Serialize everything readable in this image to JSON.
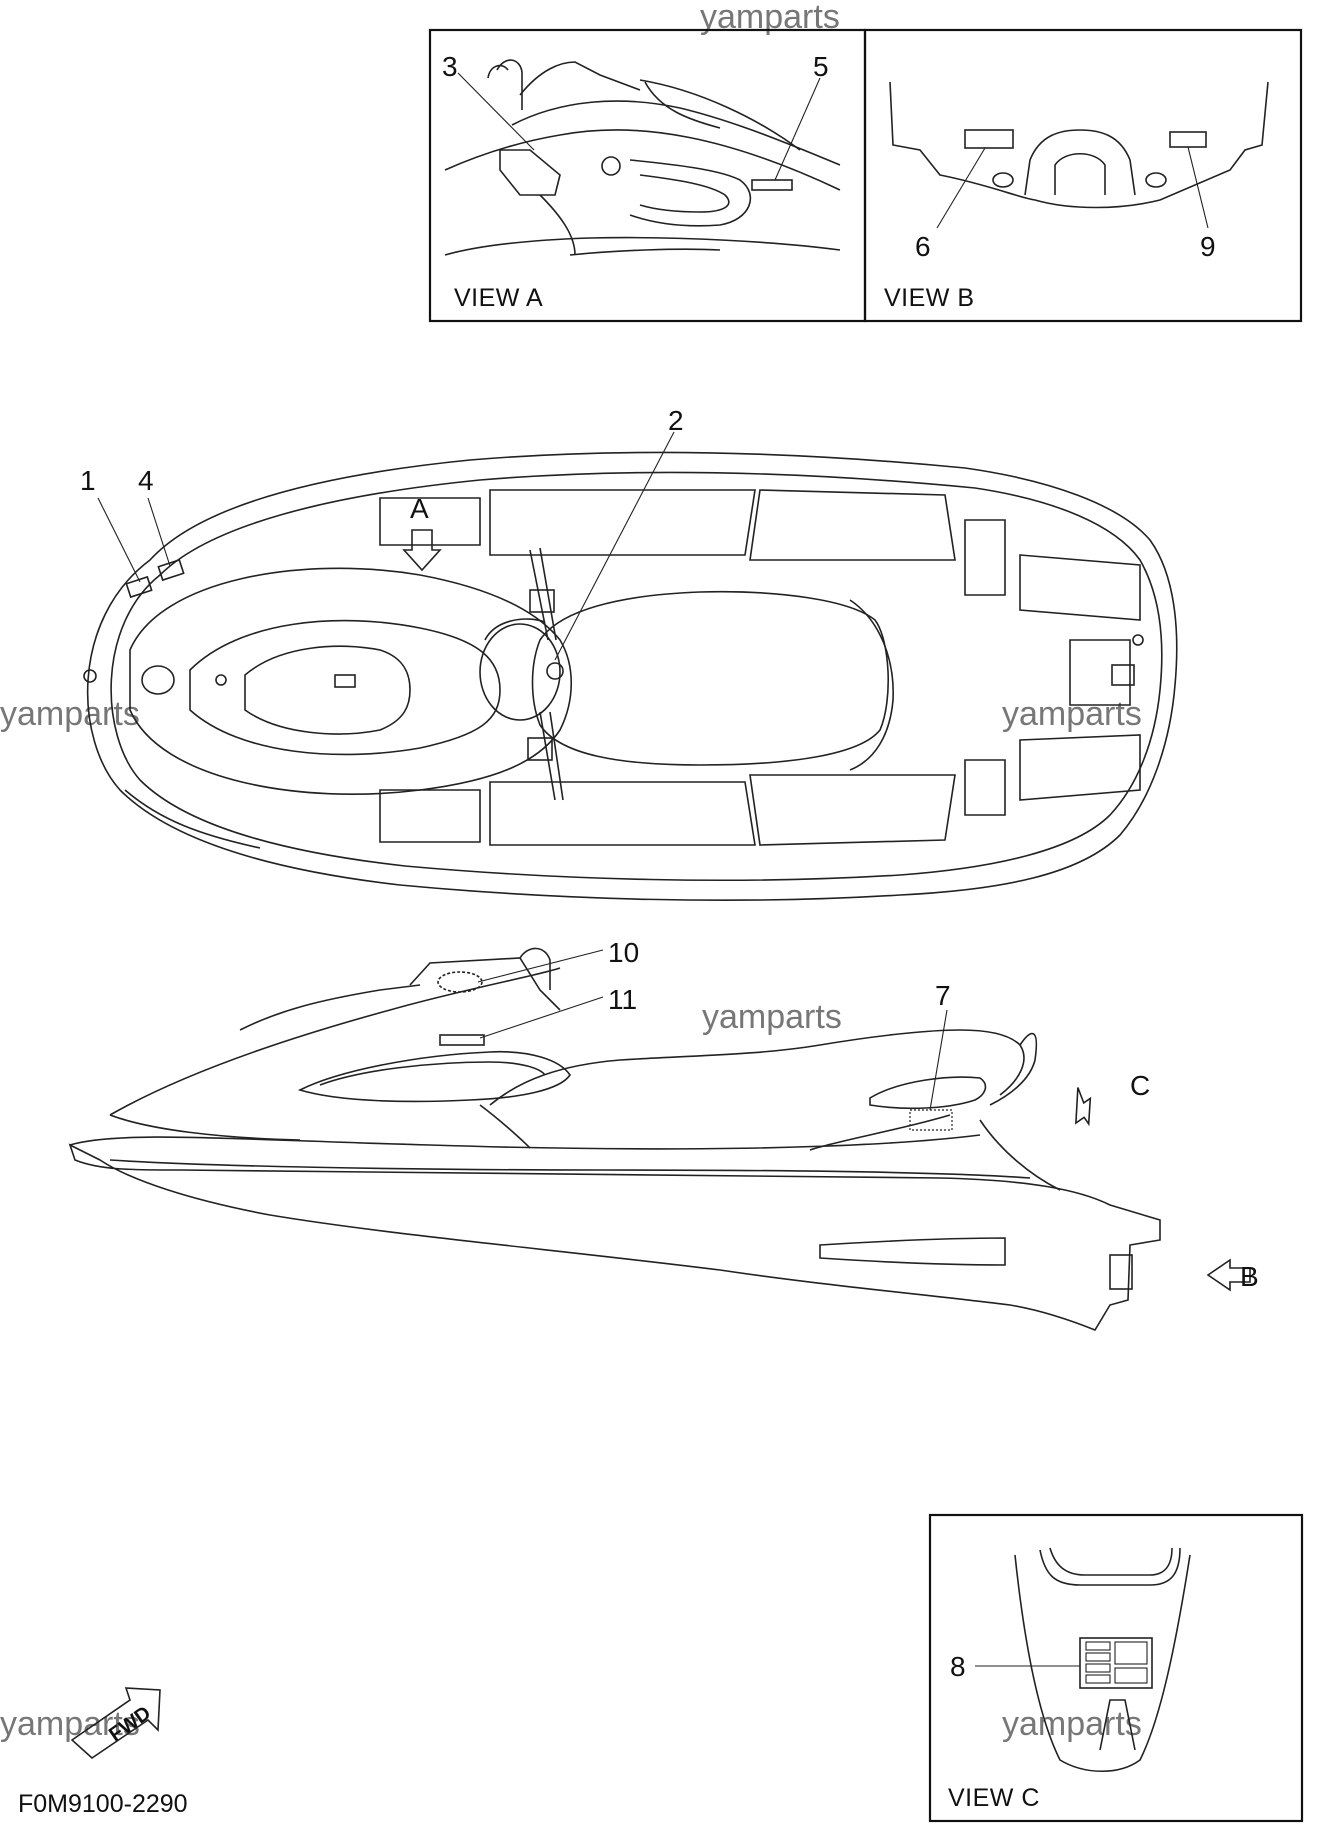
{
  "watermark": "yamparts",
  "figure_code": "F0M9100-2290",
  "fwd_label": "FWD",
  "views": {
    "a": "VIEW A",
    "b": "VIEW B",
    "c": "VIEW C"
  },
  "view_arrows": {
    "a": "A",
    "b": "B",
    "c": "C"
  },
  "callouts": [
    "1",
    "2",
    "3",
    "4",
    "5",
    "6",
    "7",
    "8",
    "9",
    "10",
    "11"
  ]
}
